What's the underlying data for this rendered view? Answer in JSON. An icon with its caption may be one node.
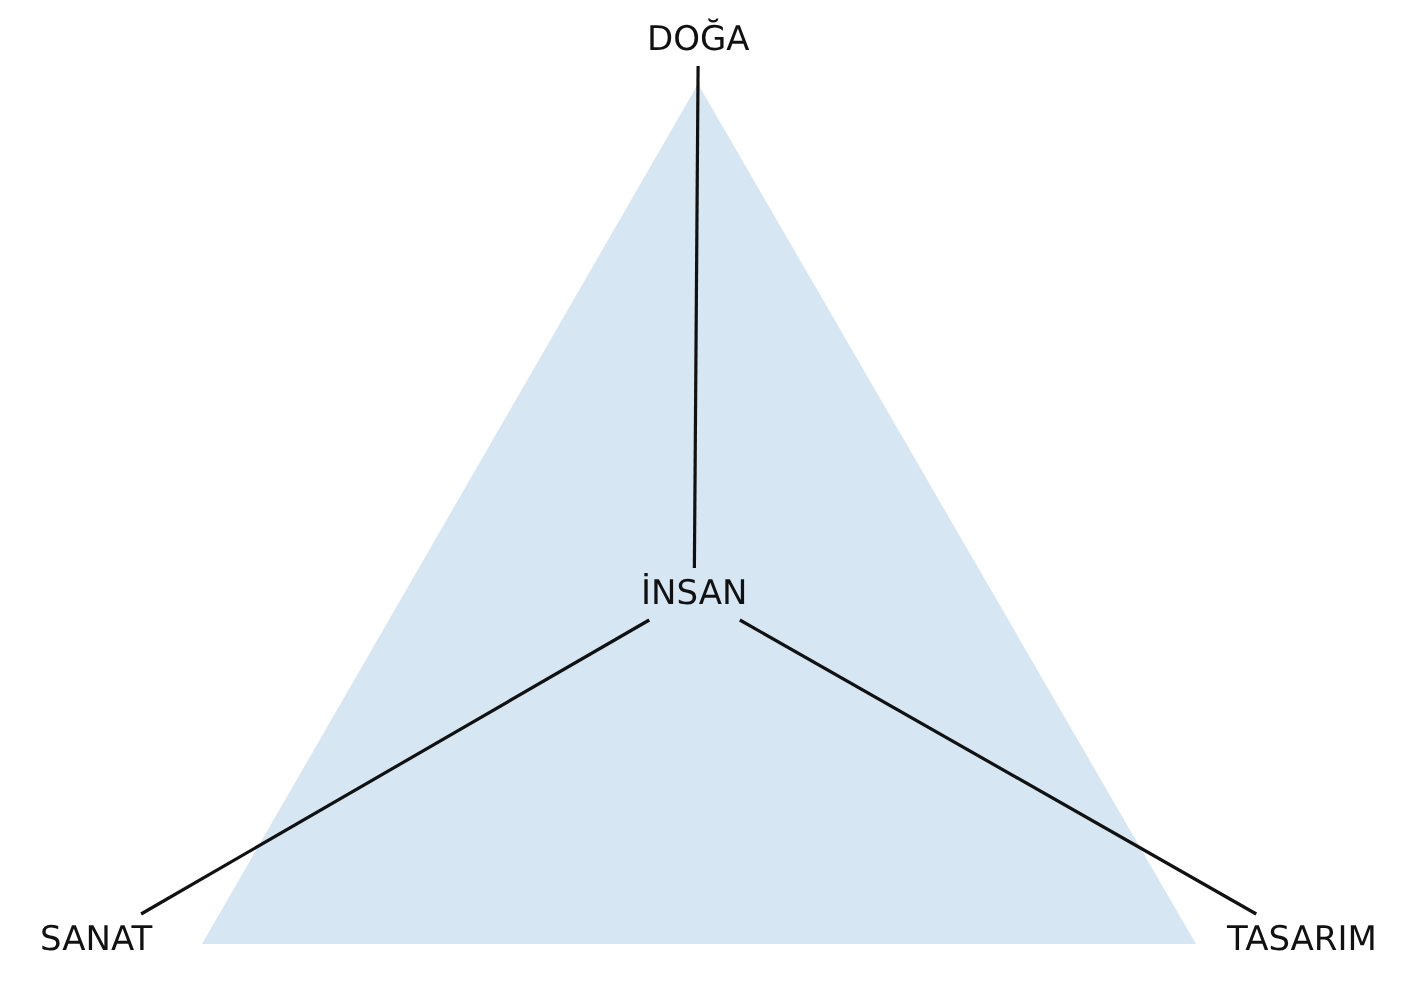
{
  "diagram": {
    "nodes": [
      {
        "text": [
          "DOĞA"
        ]
      },
      {
        "text": [
          "İNSAN"
        ]
      },
      {
        "text": [
          "SANAT"
        ]
      },
      {
        "text": [
          "TASARIM"
        ]
      }
    ],
    "edges": [
      {
        "from": 1,
        "to": 0,
        "arrow": "none"
      },
      {
        "from": 1,
        "to": 2,
        "arrow": "none"
      },
      {
        "from": 1,
        "to": 3,
        "arrow": "none"
      }
    ]
  }
}
